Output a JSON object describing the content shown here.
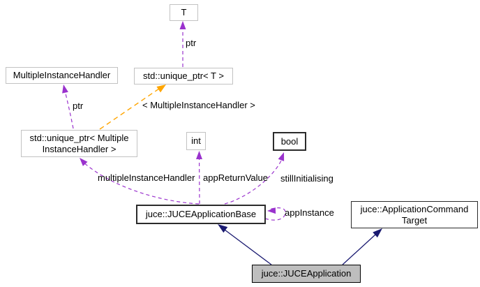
{
  "diagram": {
    "colors": {
      "usage_edge": "#9a32cd",
      "template_edge": "#ffa500",
      "inheritance_edge": "#191970",
      "node_border_light": "#c2c2c2",
      "node_border_dark": "#2b2b2b",
      "focus_fill": "#bebebe",
      "text": "#000000",
      "background": "#ffffff"
    },
    "nodes": {
      "t": {
        "label": "T"
      },
      "multiple_instance_handler": {
        "label": "MultipleInstanceHandler"
      },
      "unique_ptr_t": {
        "label": "std::unique_ptr< T >"
      },
      "unique_ptr_mih": {
        "lines": [
          "std::unique_ptr< Multiple",
          "InstanceHandler >"
        ]
      },
      "int_type": {
        "label": "int"
      },
      "bool_type": {
        "label": "bool"
      },
      "application_base": {
        "label": "juce::JUCEApplicationBase"
      },
      "command_target": {
        "lines": [
          "juce::ApplicationCommand",
          "Target"
        ]
      },
      "application": {
        "label": "juce::JUCEApplication"
      }
    },
    "edge_labels": {
      "ptr_top": "ptr",
      "ptr_left": "ptr",
      "template_args": "< MultipleInstanceHandler >",
      "multiple_instance_handler": "multipleInstanceHandler",
      "app_return_value": "appReturnValue",
      "still_initialising": "stillInitialising",
      "app_instance": "appInstance"
    }
  }
}
